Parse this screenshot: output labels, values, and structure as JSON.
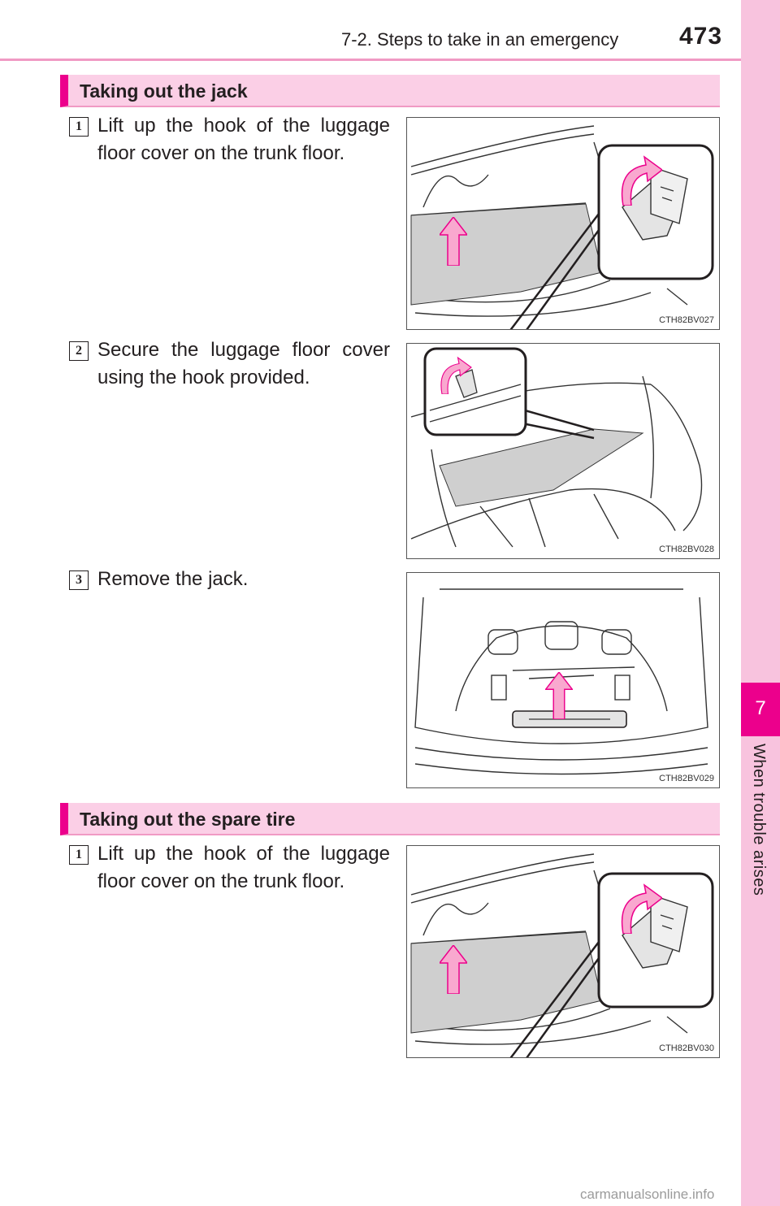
{
  "header": {
    "title": "7-2. Steps to take in an emergency",
    "page_number": "473"
  },
  "side_tab": {
    "chapter_number": "7",
    "chapter_label": "When trouble arises"
  },
  "sections": [
    {
      "heading": "Taking out the jack",
      "steps": [
        {
          "number": "1",
          "text": "Lift up the hook of the luggage floor cover on the trunk floor.",
          "figure_code": "CTH82BV027"
        },
        {
          "number": "2",
          "text": "Secure the luggage floor cover using the hook provided.",
          "figure_code": "CTH82BV028"
        },
        {
          "number": "3",
          "text": "Remove the jack.",
          "figure_code": "CTH82BV029"
        }
      ]
    },
    {
      "heading": "Taking out the spare tire",
      "steps": [
        {
          "number": "1",
          "text": "Lift up the hook of the luggage floor cover on the trunk floor.",
          "figure_code": "CTH82BV030"
        }
      ]
    }
  ],
  "icons": [
    "up-arrow-icon",
    "curved-arrow-icon"
  ],
  "colors": {
    "accent": "#ec008c",
    "tab": "#f8c3de",
    "heading_bg": "#fbcfe6",
    "arrow": "#f9a8cf"
  },
  "watermark": "carmanualsonline.info"
}
